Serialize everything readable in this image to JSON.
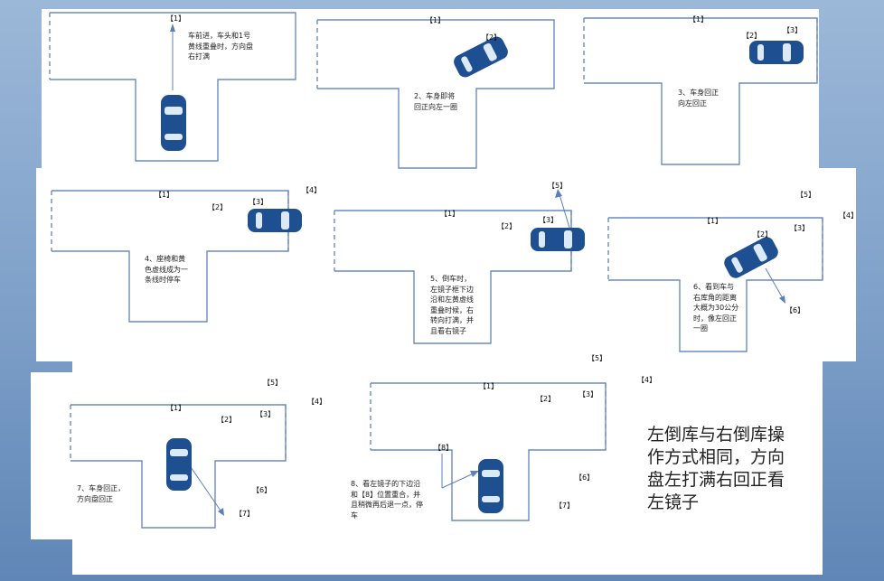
{
  "labels": {
    "m1": "【1】",
    "m2": "【2】",
    "m3": "【3】",
    "m4": "【4】",
    "m5": "【5】",
    "m6": "【6】",
    "m7": "【7】",
    "m8": "【8】"
  },
  "steps": {
    "s1": [
      "车前进，车头和1号",
      "黄线重叠时，方向盘",
      "右打满"
    ],
    "s2": [
      "2、车身即将",
      "回正向左一圈"
    ],
    "s3": [
      "3、车身回正",
      "向左回正"
    ],
    "s4": [
      "4、座椅和黄",
      "色虚线成为一",
      "条线时停车"
    ],
    "s5": [
      "5、倒车时，",
      "左镜子框下边",
      "沿和左黄虚线",
      "重叠时候，右",
      "转向打满，并",
      "且看右镜子"
    ],
    "s6": [
      "6、看到车与",
      "右库角的距离",
      "大概为30公分",
      "时，像左回正",
      "一圈"
    ],
    "s7": [
      "7、车身回正，",
      "方向盘回正"
    ],
    "s8": [
      "8、看左镜子的下边沿",
      "和【8】位置重合，并",
      "且稍微再后退一点，停",
      "车"
    ]
  },
  "summary": [
    "左倒库与右倒库操",
    "作方式相同，方向",
    "盘左打满右回正看",
    "左镜子"
  ],
  "colors": {
    "bay_line": "#6b8cbf",
    "car_body": "#1e4f91",
    "car_glass": "#dce9f7",
    "background": "#7d9fc8"
  }
}
